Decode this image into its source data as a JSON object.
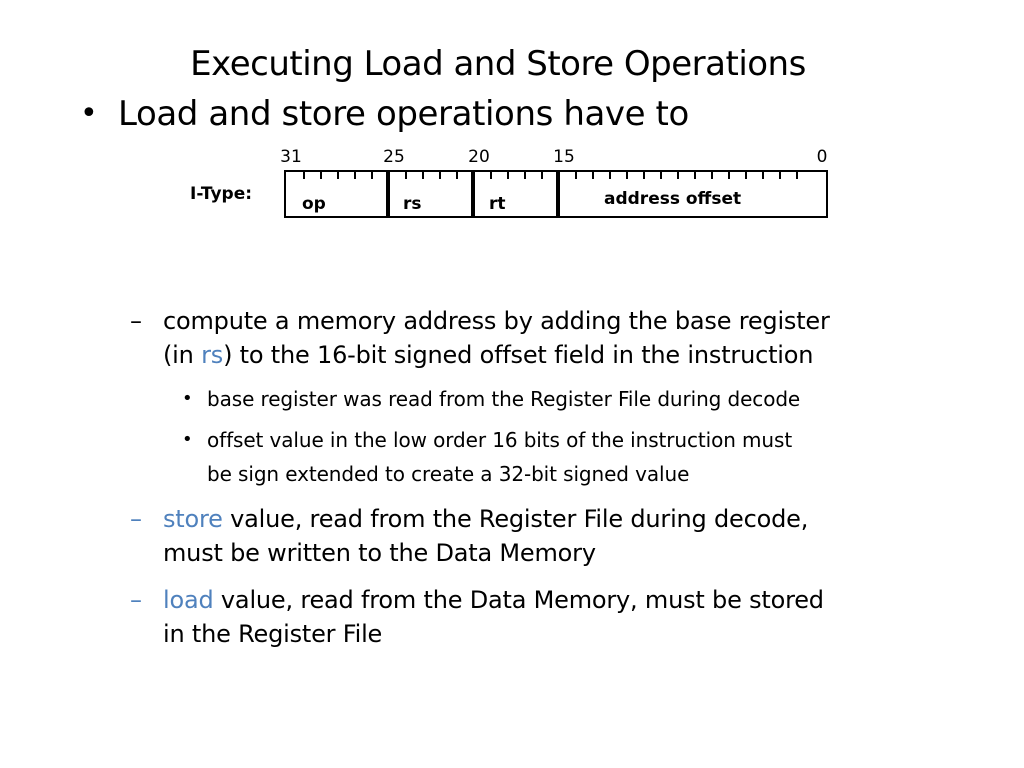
{
  "slide": {
    "title": "Executing Load and Store Operations",
    "bullet_main": "Load and store operations have to",
    "format": {
      "type_label": "I-Type:",
      "bit_numbers": [
        "31",
        "25",
        "20",
        "15",
        "0"
      ],
      "fields": [
        "op",
        "rs",
        "rt",
        "address offset"
      ]
    },
    "sub1": {
      "line1": "compute a memory address by adding the base register",
      "line2_pre": "(in ",
      "line2_accent": "rs",
      "line2_post": ") to the 16-bit signed offset field in the instruction"
    },
    "sub1_items": [
      {
        "line1": "base register was read from the Register File during decode",
        "line2": ""
      },
      {
        "line1": "offset value in the low order 16 bits of the instruction must",
        "line2": "be sign extended to create a 32-bit signed value"
      }
    ],
    "sub2": {
      "accent": "store",
      "line1_post": " value, read from the Register File during decode,",
      "line2": "must be written to the Data Memory"
    },
    "sub3": {
      "accent": "load",
      "line1_post": " value, read from the Data Memory, must be stored",
      "line2": "in the Register File"
    },
    "accent_color": "#4F81BD"
  }
}
